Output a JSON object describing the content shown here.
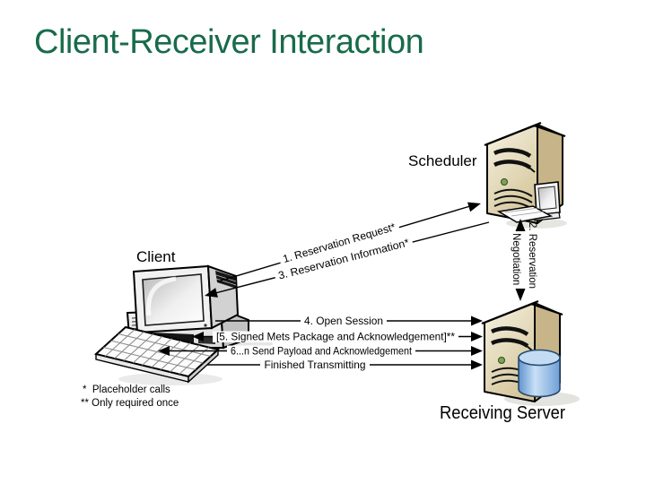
{
  "slide": {
    "title": "Client-Receiver Interaction",
    "title_color": "#186B4B",
    "background": "#FFFFFF"
  },
  "nodes": {
    "scheduler": "Scheduler",
    "client": "Client",
    "receiving_server": "Receiving Server"
  },
  "messages": {
    "m1": "1. Reservation Request*",
    "m2_line1": "2. Reservation",
    "m2_line2": "Negotiation *",
    "m3": "3. Reservation Information*",
    "m4": "4. Open Session",
    "m5": "[5. Signed Mets Package and Acknowledgement]**",
    "m6": "6...n Send Payload and Acknowledgement",
    "m7": "Finished Transmitting"
  },
  "footnotes": {
    "f1": "*  Placeholder calls",
    "f2": "** Only required once"
  },
  "icon_colors": {
    "server_front": "#EFE8D0",
    "server_side": "#C7B488",
    "database_blue": "#7FAEE0",
    "led_green": "#7EA453"
  }
}
